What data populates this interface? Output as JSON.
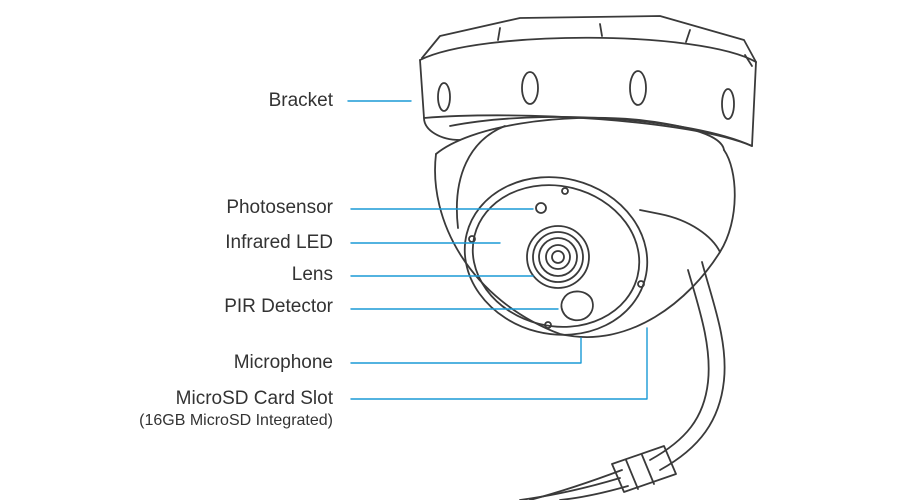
{
  "colors": {
    "leader": "#1a9ad6",
    "outline": "#3a3a3a",
    "text": "#333333"
  },
  "callouts": [
    {
      "id": "bracket",
      "label": "Bracket"
    },
    {
      "id": "photosensor",
      "label": "Photosensor"
    },
    {
      "id": "infrared_led",
      "label": "Infrared LED"
    },
    {
      "id": "lens",
      "label": "Lens"
    },
    {
      "id": "pir_detector",
      "label": "PIR Detector"
    },
    {
      "id": "microphone",
      "label": "Microphone"
    },
    {
      "id": "microsd",
      "label": "MicroSD Card Slot",
      "sublabel": "(16GB MicroSD Integrated)"
    }
  ]
}
